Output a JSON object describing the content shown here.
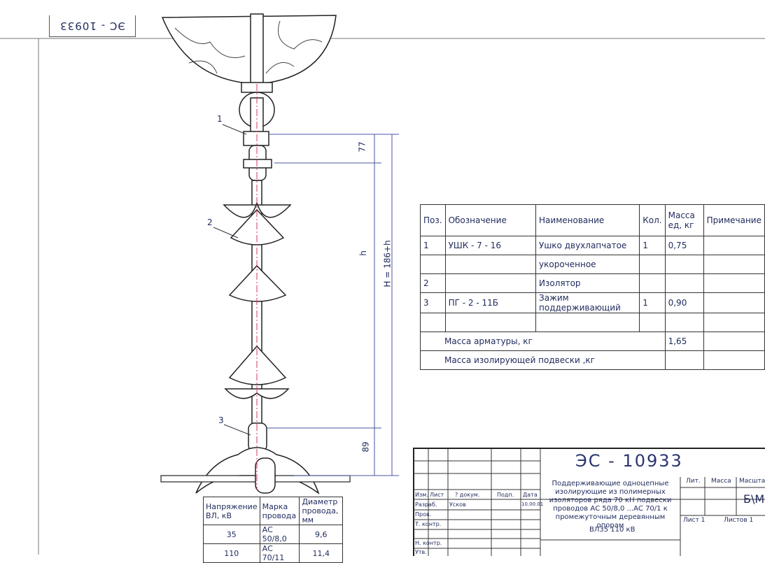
{
  "stamp": {
    "code_rotated": "ЭС - 10933"
  },
  "labels": {
    "pos1": "1",
    "pos2": "2",
    "pos3": "3"
  },
  "dims": {
    "d77": "77",
    "dh": "h",
    "dH": "H = 186+h",
    "d89": "89"
  },
  "spec": {
    "headers": {
      "pos": "Поз.",
      "designation": "Обозначение",
      "name": "Наименование",
      "qty": "Кол.",
      "mass": "Масса ед, кг",
      "note": "Примечание"
    },
    "rows": [
      {
        "pos": "1",
        "designation": "УШК - 7 - 16",
        "name": "Ушко двухлапчатое",
        "qty": "1",
        "mass": "0,75"
      },
      {
        "pos": "",
        "designation": "",
        "name": "укороченное",
        "qty": "",
        "mass": ""
      },
      {
        "pos": "2",
        "designation": "",
        "name": "Изолятор",
        "qty": "",
        "mass": ""
      },
      {
        "pos": "3",
        "designation": "ПГ - 2 - 11Б",
        "name": "Зажим поддерживающий",
        "qty": "1",
        "mass": "0,90"
      }
    ],
    "mass_fittings_label": "Масса арматуры, кг",
    "mass_fittings_value": "1,65",
    "mass_insulating_label": "Масса изолирующей подвески ,кг"
  },
  "volt_table": {
    "headers": [
      "Напряжение ВЛ, кВ",
      "Марка провода",
      "Диаметр провода, мм"
    ],
    "rows": [
      [
        "35",
        "АС 50/8,0",
        "9,6"
      ],
      [
        "110",
        "АС 70/11",
        "11,4"
      ]
    ]
  },
  "title_block": {
    "code": "ЭС - 10933",
    "description": "Поддерживающие одноцепные изолирующие из полимерных изоляторов ряда 70 кН подвески проводов АС 50/8,0 ...АС 70/1 к промежуточным деревянным опорам",
    "subtitle": "ВЛ35 110 кВ",
    "lit": "Лит.",
    "massa": "Масса",
    "masshtab": "Масштаб",
    "scale_value": "Б\\М",
    "sheet": "Лист 1",
    "sheets": "Листов 1",
    "row_labels": [
      "Изм.",
      "Лист",
      "? докум.",
      "Подп.",
      "Дата"
    ],
    "roles": [
      "Разраб.",
      "Пров.",
      "Т. контр.",
      "",
      "Н. контр.",
      "Утв."
    ],
    "developer": "Усков",
    "date": "10.00.01"
  }
}
